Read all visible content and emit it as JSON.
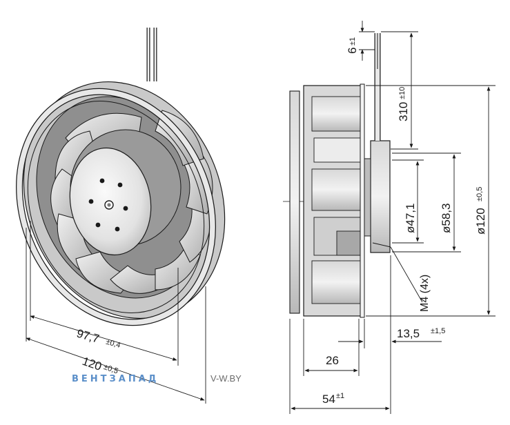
{
  "dimensions": {
    "outer_diameter": {
      "value": "120",
      "tolerance": "±0,5"
    },
    "inner_diameter": {
      "value": "97,7",
      "tolerance": "±0,4"
    },
    "cable_length": {
      "value": "310",
      "tolerance": "±10"
    },
    "cable_strip": {
      "value": "6",
      "tolerance": "±1"
    },
    "mount_offset": {
      "value": "13,5",
      "tolerance": "±1,5"
    },
    "hub_width": {
      "value": "26"
    },
    "total_depth": {
      "value": "54",
      "tolerance": "±1"
    },
    "bolt_circle_1": {
      "value": "ø47,1"
    },
    "bolt_circle_2": {
      "value": "ø58,3"
    },
    "side_diameter": {
      "value": "ø120",
      "tolerance": "±0,5"
    },
    "thread": {
      "value": "M4 (4x)"
    }
  },
  "watermark": {
    "brand": "ВЕНТЗАПАД",
    "site": "V-W.BY"
  },
  "colors": {
    "line": "#1a1a1a",
    "metal_light": "#e6e6e6",
    "metal_mid": "#bdbdbd",
    "metal_dark": "#8a8a8a",
    "watermark_brand": "#5b8fc9",
    "watermark_gray": "#6b6b6b"
  }
}
